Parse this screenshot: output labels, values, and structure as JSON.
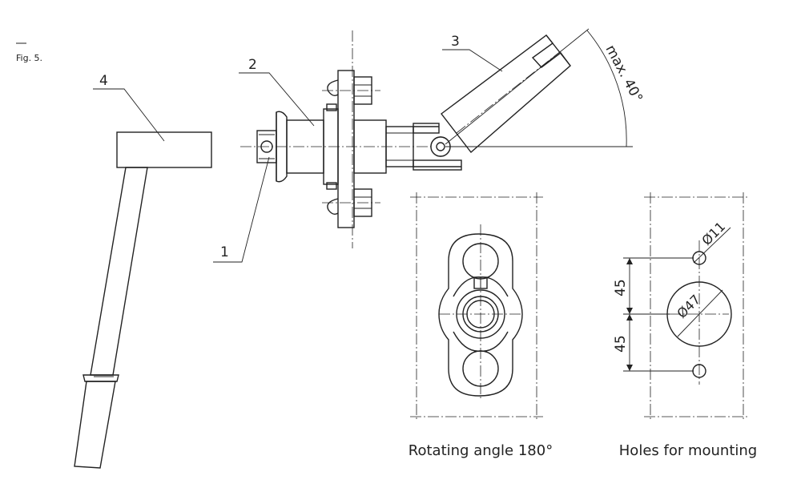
{
  "figure": {
    "label": "Fig. 5."
  },
  "callouts": {
    "item_1": "1",
    "item_2": "2",
    "item_3": "3",
    "item_4": "4"
  },
  "annotations": {
    "angle": "max. 40°",
    "hole_small_diameter": "Ø11",
    "hole_large_diameter": "Ø47",
    "spacing_upper": "45",
    "spacing_lower": "45"
  },
  "captions": {
    "rotating": "Rotating angle 180°",
    "mounting": "Holes for mounting"
  }
}
